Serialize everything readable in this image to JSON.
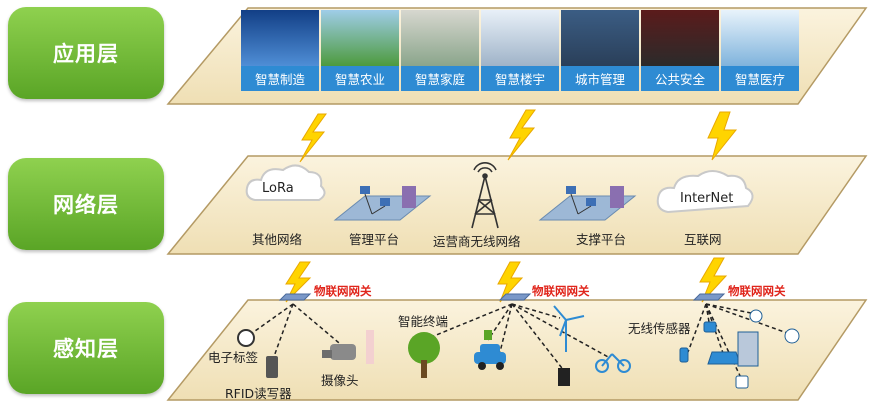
{
  "layers": {
    "application": "应用层",
    "network": "网络层",
    "perception": "感知层"
  },
  "application_items": [
    "智慧制造",
    "智慧农业",
    "智慧家庭",
    "智慧楼宇",
    "城市管理",
    "公共安全",
    "智慧医疗"
  ],
  "network_items": {
    "lora_cloud": "LoRa",
    "other_network": "其他网络",
    "management_platform": "管理平台",
    "carrier_wireless": "运营商无线网络",
    "support_platform": "支撑平台",
    "internet_cloud": "InterNet",
    "internet": "互联网"
  },
  "perception_items": {
    "gateway": "物联网网关",
    "electronic_tag": "电子标签",
    "rfid_reader": "RFID读写器",
    "camera": "摄像头",
    "smart_terminal": "智能终端",
    "wireless_sensor": "无线传感器"
  },
  "colors": {
    "layer_button": "#6cbb35",
    "platform_fill": "#f6ecd0",
    "tile_label": "#2e8bd3",
    "gateway_text": "#e0251b",
    "lightning": "#ffd400"
  }
}
